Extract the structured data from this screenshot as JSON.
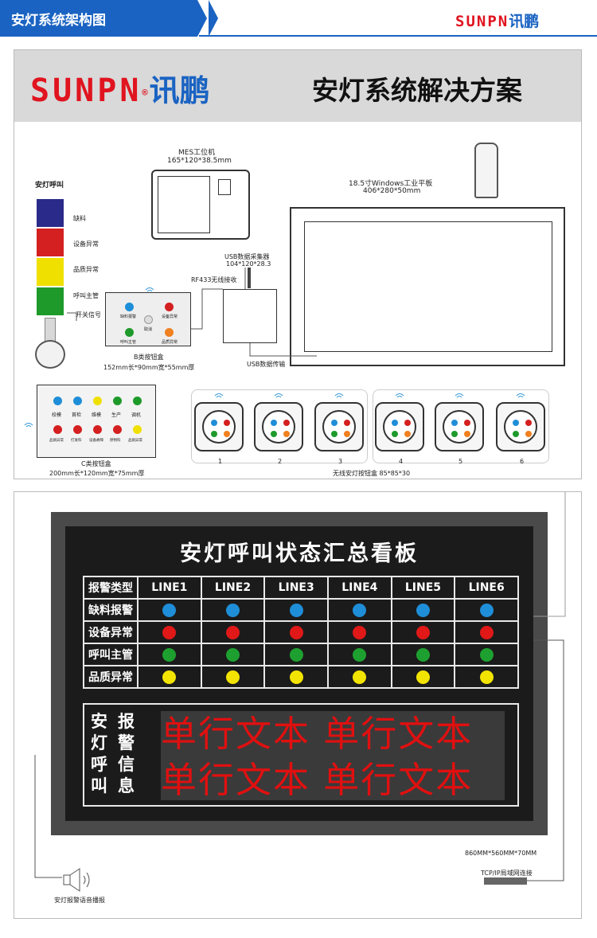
{
  "header": {
    "title": "安灯系统架构图",
    "brand_en": "SUNPN",
    "brand_cn": "讯鹏",
    "accent": "#1a63c2",
    "brand_red": "#e0141f"
  },
  "banner": {
    "brand_en": "SUNPN",
    "reg": "®",
    "brand_cn": "讯鹏",
    "title": "安灯系统解决方案"
  },
  "andon": {
    "title": "安灯呼叫",
    "layers": [
      {
        "label": "缺料",
        "color": "#2a2a8a"
      },
      {
        "label": "设备异常",
        "color": "#d42020"
      },
      {
        "label": "品质异常",
        "color": "#f0e000"
      },
      {
        "label": "呼叫主管",
        "color": "#1e9a2a"
      }
    ],
    "switch_label": "开关信号"
  },
  "mes": {
    "name": "MES工位机",
    "size": "165*120*38.5mm"
  },
  "tablet": {
    "name": "18.5寸Windows工业平板",
    "size": "406*280*50mm"
  },
  "collector": {
    "name": "USB数据采集器",
    "size": "104*120*28.3",
    "rf": "RF433无线接收",
    "usb": "USB数据传输"
  },
  "box_b": {
    "buttons": [
      {
        "label": "缺料报警",
        "color": "#1f8ed8"
      },
      {
        "label": "设备异常",
        "color": "#d42020"
      },
      {
        "label": "呼叫主管",
        "color": "#1e9a2a"
      },
      {
        "label": "品质异常",
        "color": "#f08020"
      }
    ],
    "center": "取消",
    "name": "B类按钮盒",
    "size": "152mm长*90mm宽*55mm厚"
  },
  "box_c": {
    "top": [
      {
        "label": "校模",
        "color": "#1f8ed8"
      },
      {
        "label": "首检",
        "color": "#1f8ed8"
      },
      {
        "label": "维模",
        "color": "#f0e000"
      },
      {
        "label": "生产",
        "color": "#1e9a2a"
      },
      {
        "label": "调机",
        "color": "#1e9a2a"
      }
    ],
    "bottom": [
      {
        "label": "品质异常",
        "color": "#d42020"
      },
      {
        "label": "打发料",
        "color": "#d42020"
      },
      {
        "label": "设备故障",
        "color": "#d42020"
      },
      {
        "label": "原物料",
        "color": "#d42020"
      },
      {
        "label": "品质异常",
        "color": "#f0e000"
      }
    ],
    "name": "C类按钮盒",
    "size": "200mm长*120mm宽*75mm厚"
  },
  "wireless": {
    "numbers": [
      "1",
      "2",
      "3",
      "4",
      "5",
      "6"
    ],
    "caption": "无线安灯按钮盒  85*85*30"
  },
  "board": {
    "title": "安灯呼叫状态汇总看板",
    "header_label": "报警类型",
    "lines": [
      "LINE1",
      "LINE2",
      "LINE3",
      "LINE4",
      "LINE5",
      "LINE6"
    ],
    "rows": [
      {
        "label": "缺料报警",
        "color": "#1f8ed8"
      },
      {
        "label": "设备异常",
        "color": "#e01818"
      },
      {
        "label": "呼叫主管",
        "color": "#1ea030"
      },
      {
        "label": "品质异常",
        "color": "#f2e400"
      }
    ],
    "info_left": "安灯呼叫",
    "info_right": "报警信息",
    "text_line1": "单行文本 单行文本",
    "text_line2": "单行文本 单行文本",
    "size": "860MM*560MM*70MM"
  },
  "footer": {
    "tcp": "TCP/IP局域网连接",
    "speaker": "安灯报警语音播报"
  }
}
